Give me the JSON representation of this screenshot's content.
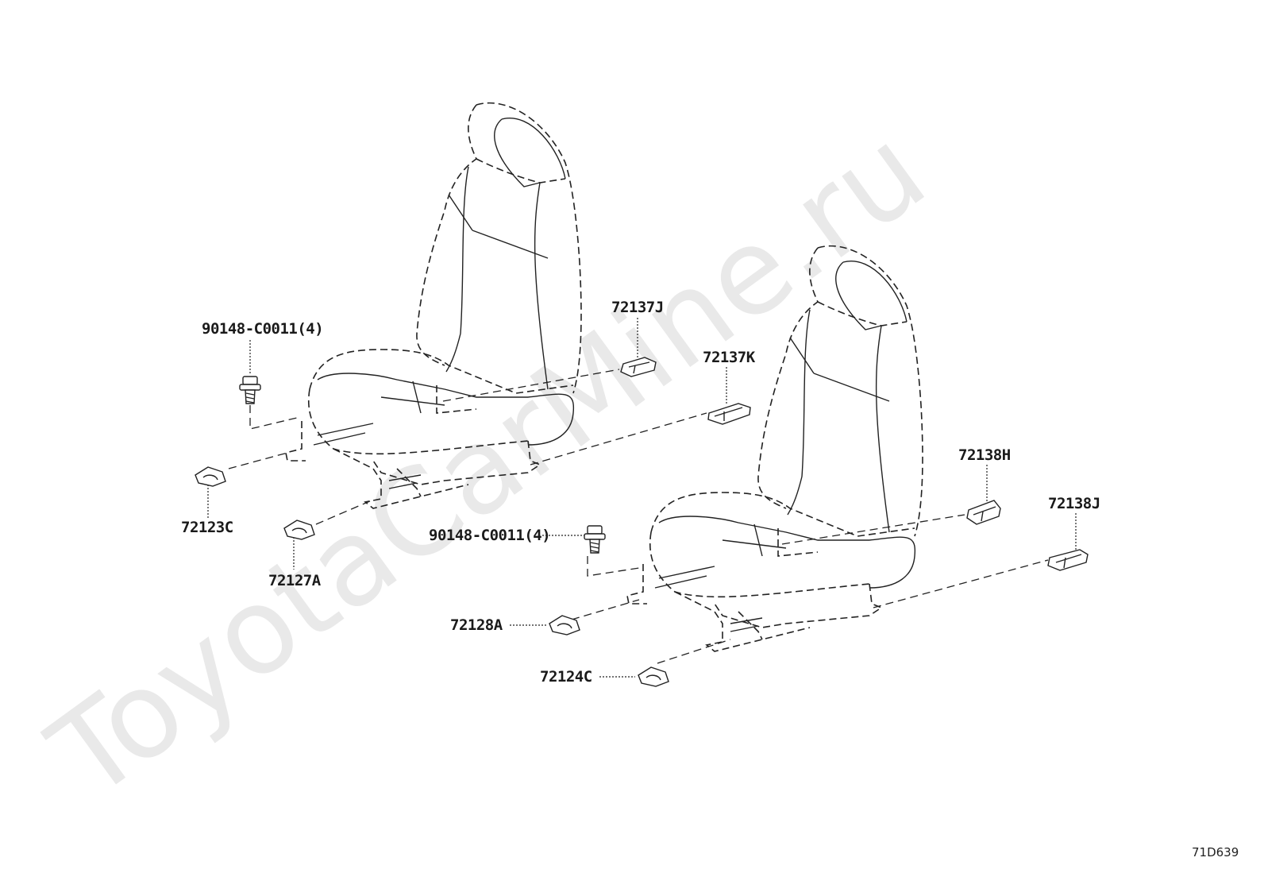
{
  "watermark": "ToyotaCarMine.ru",
  "diagram_code": "71D639",
  "callouts": [
    {
      "id": "bolt-left",
      "label": "90148-C0011(4)"
    },
    {
      "id": "clip-72137J",
      "label": "72137J"
    },
    {
      "id": "clip-72137K",
      "label": "72137K"
    },
    {
      "id": "clip-72138H",
      "label": "72138H"
    },
    {
      "id": "clip-72138J",
      "label": "72138J"
    },
    {
      "id": "clip-72123C",
      "label": "72123C"
    },
    {
      "id": "clip-72127A",
      "label": "72127A"
    },
    {
      "id": "bolt-right",
      "label": "90148-C0011(4)"
    },
    {
      "id": "clip-72128A",
      "label": "72128A"
    },
    {
      "id": "clip-72124C",
      "label": "72124C"
    }
  ]
}
